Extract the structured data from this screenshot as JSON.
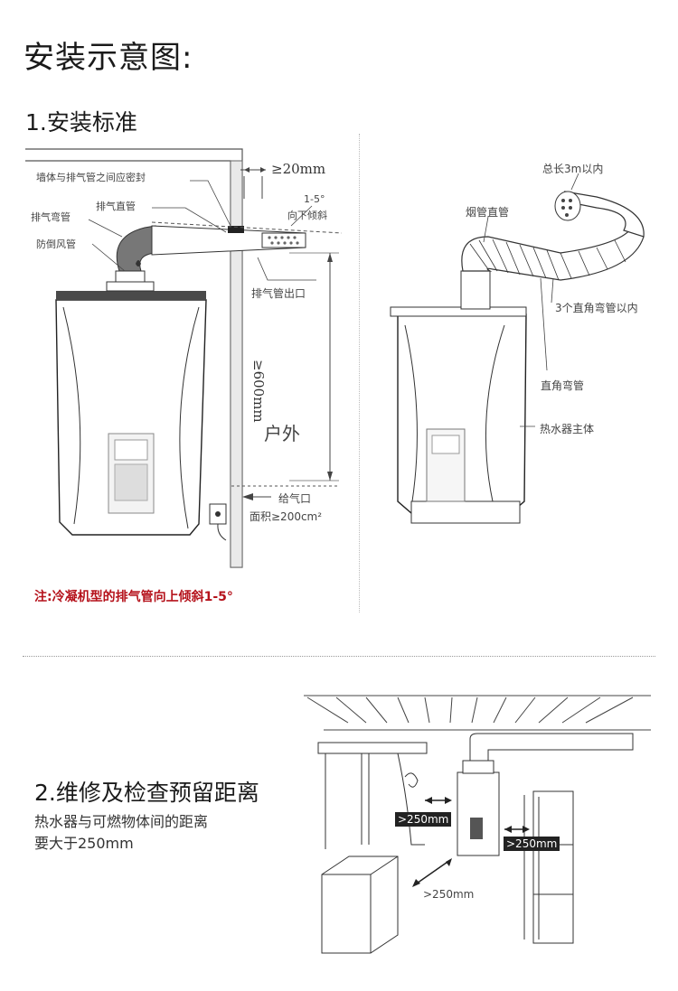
{
  "title": "安装示意图:",
  "section1": {
    "heading": "1.安装标准",
    "left_labels": {
      "seal": "墙体与排气管之间应密封",
      "straight_pipe": "排气直管",
      "elbow": "排气弯管",
      "windproof": "防倒风管",
      "gap": "≥20mm",
      "slope": "1-5°",
      "slope_dir": "向下倾斜",
      "outlet": "排气管出口",
      "height": "≥600mm",
      "outdoor": "户外",
      "air_inlet": "给气口",
      "air_area": "面积≥200cm²"
    },
    "right_labels": {
      "total_length": "总长3m以内",
      "flue_straight": "烟管直管",
      "max_elbows": "3个直角弯管以内",
      "right_elbow": "直角弯管",
      "heater_body": "热水器主体"
    },
    "note": "注:冷凝机型的排气管向上倾斜1-5°"
  },
  "section2": {
    "heading": "2.维修及检查预留距离",
    "description_line1": "热水器与可燃物体间的距离",
    "description_line2": "要大于250mm",
    "distance_left": ">250mm",
    "distance_right": ">250mm",
    "distance_front": ">250mm"
  }
}
